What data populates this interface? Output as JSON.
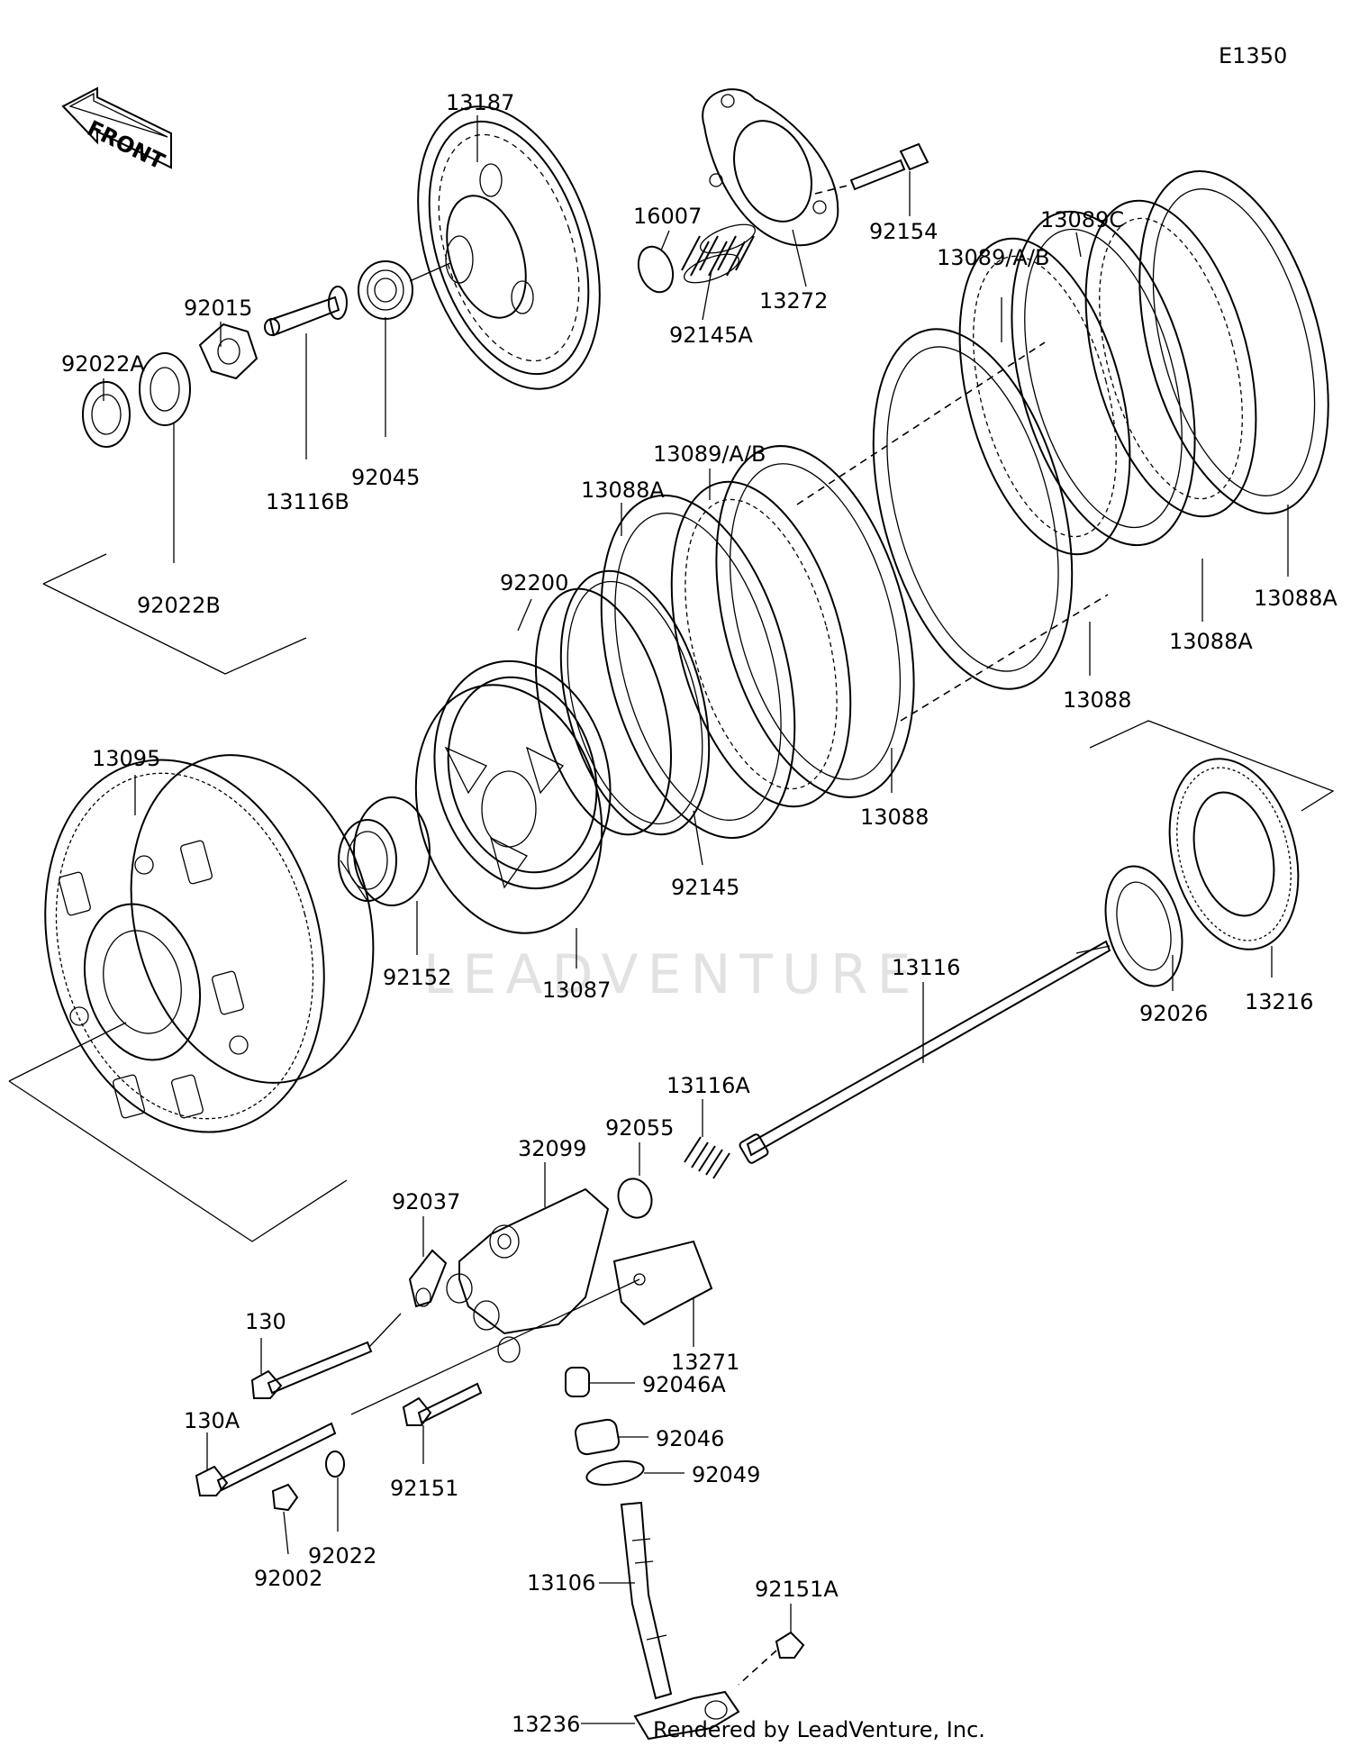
{
  "diagram_code": "E1350",
  "front_label": "FRONT",
  "watermark": "LEADVENTURE",
  "credit": "Rendered by LeadVenture, Inc.",
  "parts": {
    "p13187": "13187",
    "p16007": "16007",
    "p13272": "13272",
    "p92154": "92154",
    "p92145A": "92145A",
    "p13089C": "13089C",
    "p13089AB_top": "13089/A/B",
    "p92015": "92015",
    "p92022A": "92022A",
    "p92045": "92045",
    "p13116B": "13116B",
    "p92022B": "92022B",
    "p13089AB_mid": "13089/A/B",
    "p13088A_left": "13088A",
    "p92200": "92200",
    "p13088A_right": "13088A",
    "p13088A_mid": "13088A",
    "p13088_right": "13088",
    "p13095": "13095",
    "p13088_mid": "13088",
    "p92145": "92145",
    "p92152": "92152",
    "p13087": "13087",
    "p13116": "13116",
    "p92026": "92026",
    "p13216": "13216",
    "p13116A": "13116A",
    "p92055": "92055",
    "p32099": "32099",
    "p92037": "92037",
    "p130": "130",
    "p13271": "13271",
    "p92046A": "92046A",
    "p130A": "130A",
    "p92046": "92046",
    "p92049": "92049",
    "p92151": "92151",
    "p92022": "92022",
    "p92002": "92002",
    "p13106": "13106",
    "p92151A": "92151A",
    "p13236": "13236"
  }
}
